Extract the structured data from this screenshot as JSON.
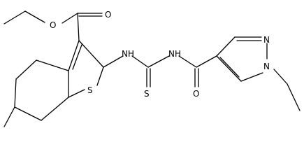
{
  "molecule": {
    "atoms": {
      "ester_o_carbonyl": "O",
      "ester_o_ether": "O",
      "thiophene_s": "S",
      "nh_1": "NH",
      "nh_2": "NH",
      "thione_s": "S",
      "amide_o": "O",
      "pyrazole_n2": "N",
      "pyrazole_n1": "N"
    }
  }
}
